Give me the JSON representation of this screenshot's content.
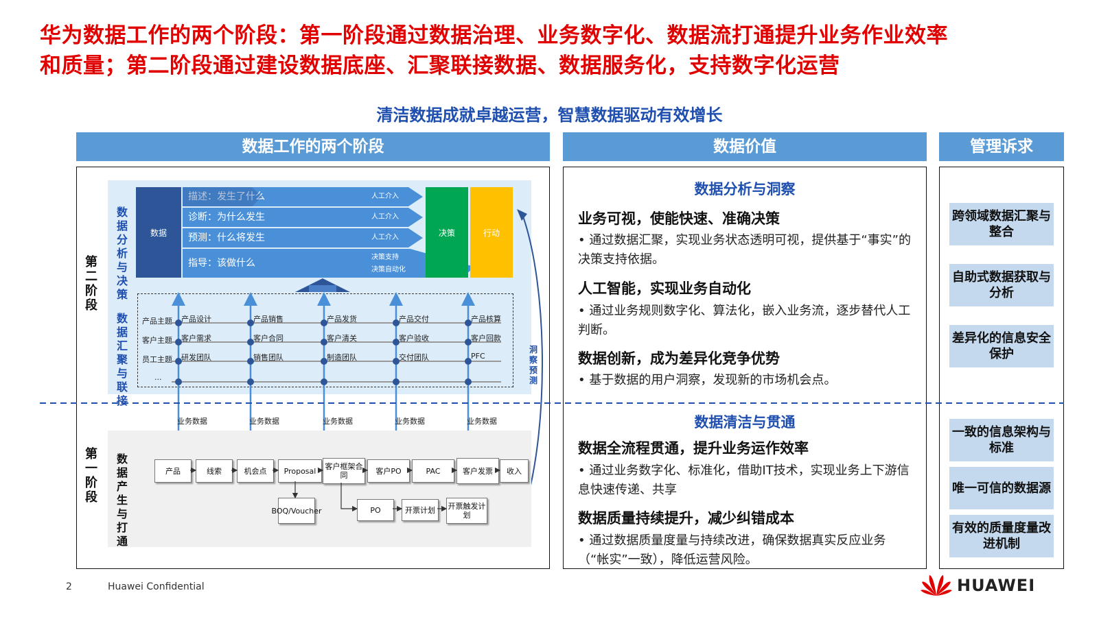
{
  "header": {
    "title_line1": "华为数据工作的两个阶段：第一阶段通过数据治理、业务数字化、数据流打通提升业务作业效率",
    "title_line2": "和质量；第二阶段通过建设数据底座、汇聚联接数据、数据服务化，支持数字化运营",
    "subtitle": "清洁数据成就卓越运营，智慧数据驱动有效增长"
  },
  "columns": {
    "left": "数据工作的两个阶段",
    "middle": "数据价值",
    "right": "管理诉求"
  },
  "left_panel": {
    "stage2": "第二阶段",
    "stage1": "第一阶段",
    "analysis_label": "数据分析与决策",
    "aggregate_label": "数据汇聚与联接",
    "produce_label": "数据产生与打通",
    "insight_label": "洞察预测",
    "data_block": "数据",
    "bars": [
      {
        "label": "描述：发生了什么",
        "mid": "人工介入"
      },
      {
        "label": "诊断：为什么发生",
        "mid": "人工介入"
      },
      {
        "label": "预测：什么将发生",
        "mid": "人工介入"
      },
      {
        "label": "指导：该做什么",
        "mid": "决策支持",
        "mid2": "决策自动化"
      }
    ],
    "decision": "决策",
    "action": "行动",
    "themes": [
      "产品主题",
      "客户主题",
      "员工主题",
      "..."
    ],
    "grid": [
      [
        "产品设计",
        "客户需求",
        "研发团队"
      ],
      [
        "产品销售",
        "客户合同",
        "销售团队"
      ],
      [
        "产品发货",
        "客户清关",
        "制造团队"
      ],
      [
        "产品交付",
        "客户验收",
        "交付团队"
      ],
      [
        "产品核算",
        "客户回款",
        "PFC"
      ]
    ],
    "business_data": "业务数据",
    "flow": [
      "产品",
      "线索",
      "机会点",
      "Proposal",
      "客户框架合同",
      "客户PO",
      "PAC",
      "客户发票",
      "收入"
    ],
    "flow_sub": [
      "BOQ/Voucher",
      "PO",
      "开票计划",
      "开票触发计划"
    ]
  },
  "value_panel": {
    "sec1_title": "数据分析与洞察",
    "h1": "业务可视，使能快速、准确决策",
    "b1": "通过数据汇聚，实现业务状态透明可视，提供基于“事实”的决策支持依据。",
    "h2": "人工智能，实现业务自动化",
    "b2": "通过业务规则数字化、算法化，嵌入业务流，逐步替代人工判断。",
    "h3": "数据创新，成为差异化竞争优势",
    "b3": "基于数据的用户洞察，发现新的市场机会点。",
    "sec2_title": "数据清洁与贯通",
    "h4": "数据全流程贯通，提升业务运作效率",
    "b4": "通过业务数字化、标准化，借助IT技术，实现业务上下游信息快速传递、共享",
    "h5": "数据质量持续提升，减少纠错成本",
    "b5": "通过数据质量度量与持续改进，确保数据真实反应业务（“帐实”一致），降低运营风险。"
  },
  "mgmt_panel": {
    "items": [
      "跨领域数据汇聚与整合",
      "自助式数据获取与分析",
      "差异化的信息安全保护",
      "一致的信息架构与标准",
      "唯一可信的数据源",
      "有效的质量度量改进机制"
    ]
  },
  "footer": {
    "page": "2",
    "confidential": "Huawei Confidential",
    "brand": "HUAWEI"
  },
  "colors": {
    "title": "#e00000",
    "accent": "#1f4fae",
    "header": "#5b9bd5",
    "decision": "#00a651",
    "action": "#ffc000"
  }
}
